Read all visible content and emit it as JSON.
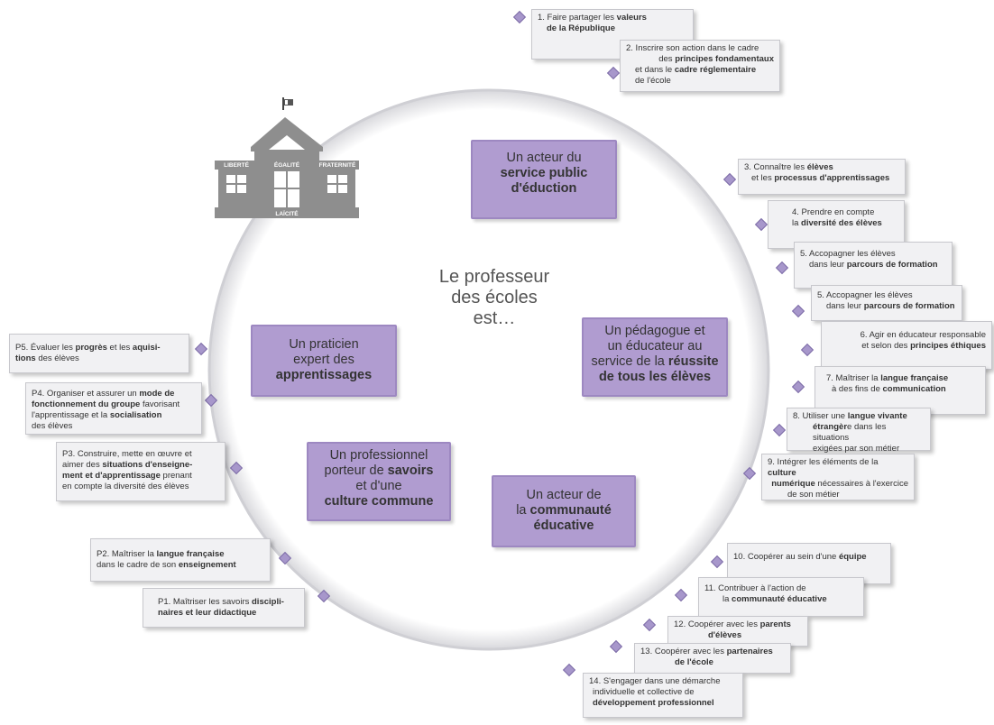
{
  "center": {
    "line1": "Le professeur",
    "line2": "des écoles",
    "line3": "est…"
  },
  "roles": {
    "service_public": {
      "l1": "Un acteur du",
      "l2": "service public",
      "l3": "d'éduction"
    },
    "pedagogue": {
      "l1": "Un pédagogue et",
      "l2": "un éducateur au",
      "l3a": "service de la ",
      "l3b": "réussite",
      "l4": "de tous les élèves"
    },
    "praticien": {
      "l1": "Un praticien",
      "l2": "expert des",
      "l3": "apprentissages"
    },
    "professionnel": {
      "l1": "Un professionnel",
      "l2a": "porteur de ",
      "l2b": "savoirs",
      "l3": "et d'une",
      "l4": "culture commune"
    },
    "communaute": {
      "l1": "Un acteur de",
      "l2a": "la ",
      "l2b": "communauté",
      "l3": "éducative"
    }
  },
  "school": {
    "liberte": "LIBERTÉ",
    "egalite": "ÉGALITÉ",
    "fraternite": "FRATERNITÉ",
    "laicite": "LAÏCITÉ"
  },
  "cards": {
    "c1": {
      "a": "1. Faire partager les ",
      "b": "valeurs",
      "c": "de la République"
    },
    "c2": {
      "a": "2. Inscrire son action dans le cadre",
      "b1": "des ",
      "b2": "principes fondamentaux",
      "c1": "et dans le ",
      "c2": "cadre réglementaire",
      "d": "de l'école"
    },
    "c3": {
      "a1": "3. Connaître les ",
      "a2": "élèves",
      "b1": "et les ",
      "b2": "processus d'apprentissages"
    },
    "c4": {
      "a": "4. Prendre en compte",
      "b1": "la ",
      "b2": "diversité des élèves"
    },
    "c5a": {
      "a": "5. Accopagner les élèves",
      "b1": "dans leur ",
      "b2": "parcours de formation"
    },
    "c5b": {
      "a": "5. Accopagner les élèves",
      "b1": "dans leur ",
      "b2": "parcours de formation"
    },
    "c6": {
      "a": "6. Agir en éducateur responsable",
      "b1": "et selon des ",
      "b2": "principes éthiques"
    },
    "c7": {
      "a1": "7. Maîtriser la ",
      "a2": "langue française",
      "b1": "à des fins de ",
      "b2": "communication"
    },
    "c8": {
      "a1": "8. Utiliser une ",
      "a2": "langue vivante",
      "b1": "étrangèr",
      "b2": "e dans les situations",
      "c": "exigées par son métier"
    },
    "c9": {
      "a1": "9. Intégrer les éléments de la ",
      "a2": "culture",
      "b1": "numérique",
      "b2": " nécessaires à l'exercice",
      "c": "de son métier"
    },
    "c10": {
      "a1": "10. Coopérer au sein d'une ",
      "a2": "équipe"
    },
    "c11": {
      "a": "11. Contribuer à l'action de",
      "b1": "la ",
      "b2": "communauté éducative"
    },
    "c12": {
      "a1": "12. Coopérer avec les ",
      "a2": "parents",
      "b": "d'élèves"
    },
    "c13": {
      "a1": "13. Coopérer avec les ",
      "a2": "partenaires",
      "b": "de l'école"
    },
    "c14": {
      "a": "14. S'engager dans une démarche",
      "b": "individuelle et collective de",
      "c": "développement professionnel"
    },
    "p5": {
      "a1": "P5. Évaluer les ",
      "a2": "progrès",
      "a3": " et les ",
      "a4": "aquisi-",
      "b1": "tions",
      "b2": " des élèves"
    },
    "p4": {
      "a1": "P4. Organiser et assurer un ",
      "a2": "mode de",
      "b1": "fonctionnement du groupe",
      "b2": " favorisant",
      "c1": "l'apprentissage et la ",
      "c2": "socialisation",
      "d": "des élèves"
    },
    "p3": {
      "a": "P3. Construire, mette en œuvre et",
      "b1": "aimer des ",
      "b2": "situations d'enseigne-",
      "c1": "ment et d'apprentissage",
      "c2": " prenant",
      "d": "en compte la diversité des élèves"
    },
    "p2": {
      "a1": "P2. Maîtriser la ",
      "a2": "langue française",
      "b1": "dans le cadre de son ",
      "b2": "enseignement"
    },
    "p1": {
      "a1": "P1. Maîtriser les savoirs ",
      "a2": "discipli-",
      "b": "naires et leur didactique"
    }
  },
  "colors": {
    "accent": "#b09cd0",
    "diamond": "#a797cb",
    "card": "#f1f1f3",
    "school": "#8e8e8e"
  }
}
